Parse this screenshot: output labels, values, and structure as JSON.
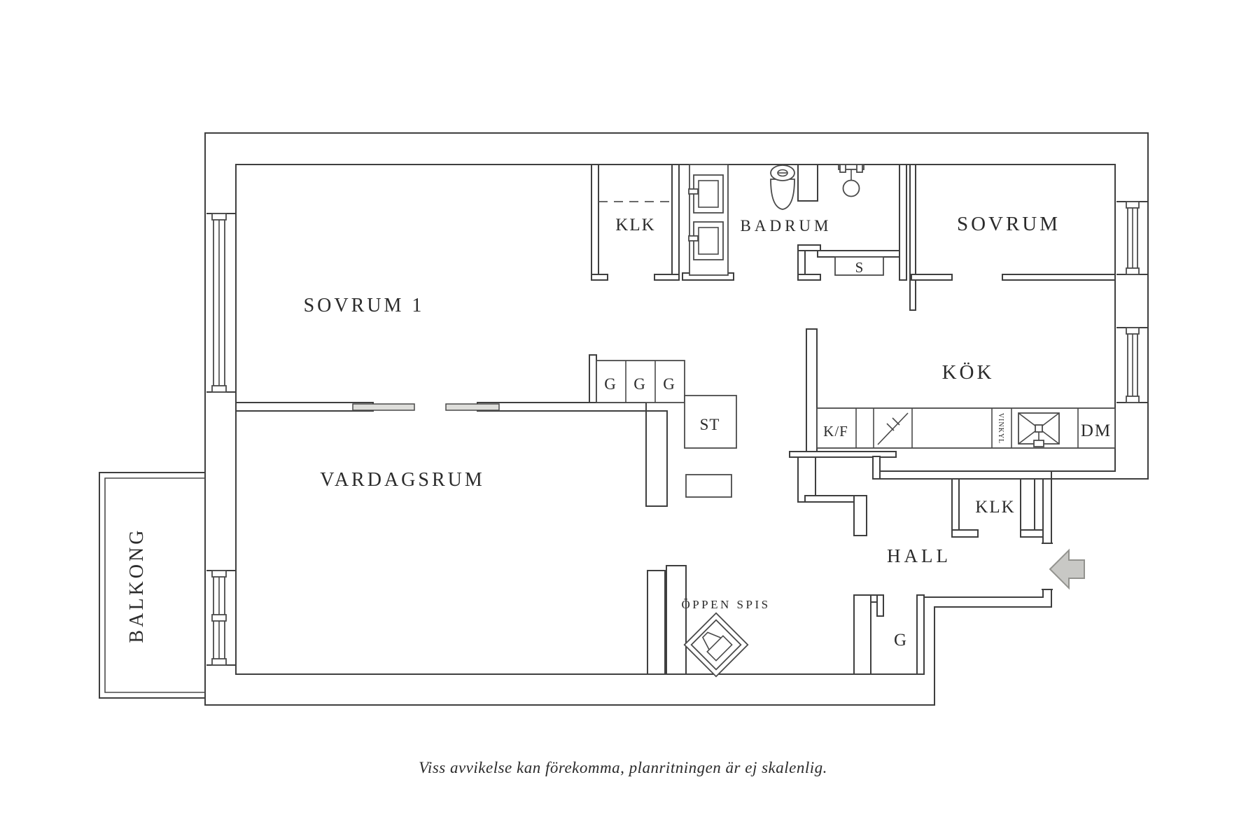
{
  "plan": {
    "colors": {
      "background": "#ffffff",
      "wall_line": "#3f3f3f",
      "text": "#2b2b2b",
      "arrow_fill": "#c8c8c5",
      "door_panel_fill": "#dededb"
    },
    "rooms": {
      "sovrum1": {
        "label": "SOVRUM 1"
      },
      "klk_top": {
        "label": "KLK"
      },
      "badrum": {
        "label": "BADRUM"
      },
      "sovrum2": {
        "label": "SOVRUM"
      },
      "kok": {
        "label": "KÖK"
      },
      "vardagsrum": {
        "label": "VARDAGSRUM"
      },
      "hall": {
        "label": "HALL"
      },
      "klk_hall": {
        "label": "KLK"
      },
      "balkong": {
        "label": "BALKONG"
      }
    },
    "fixtures": {
      "wardrobe_1": {
        "label": "G"
      },
      "wardrobe_2": {
        "label": "G"
      },
      "wardrobe_3": {
        "label": "G"
      },
      "cleaning_closet": {
        "label": "ST"
      },
      "cabinet_s": {
        "label": "S"
      },
      "fridge_freezer": {
        "label": "K/F"
      },
      "wine_cooler": {
        "label": "VINKYL"
      },
      "dishwasher": {
        "label": "DM"
      },
      "wardrobe_hall": {
        "label": "G"
      },
      "fireplace": {
        "label": "ÖPPEN SPIS"
      }
    },
    "caption": "Viss avvikelse kan förekomma, planritningen är ej skalenlig."
  }
}
